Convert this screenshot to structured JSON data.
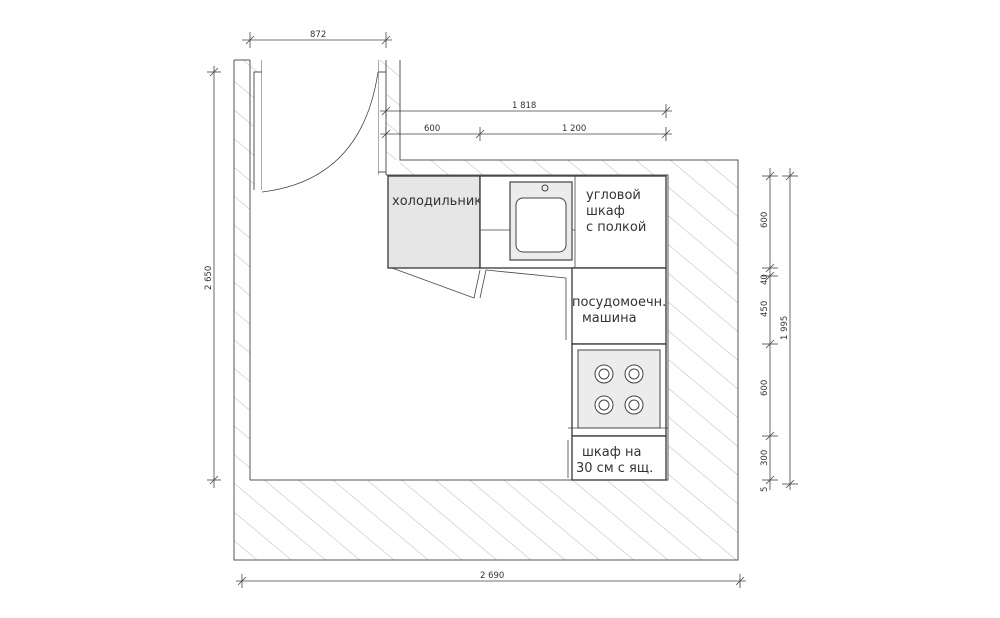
{
  "dimensions": {
    "door_width": "872",
    "wall_top_total": "1 818",
    "top_left_segment": "600",
    "top_right_segment": "1 200",
    "height_left": "2 650",
    "width_bottom": "2 690",
    "right_seg_1": "600",
    "right_seg_2": "40",
    "right_seg_3": "450",
    "right_seg_4": "600",
    "right_seg_5": "300",
    "right_seg_6": "5",
    "right_total": "1 995"
  },
  "labels": {
    "fridge": "холодильник",
    "corner_cabinet": [
      "угловой",
      "шкаф",
      "с полкой"
    ],
    "dishwasher": [
      "посудомоечн.",
      "машина"
    ],
    "drawer_cabinet": [
      "шкаф на",
      "30 см с ящ."
    ]
  },
  "colors": {
    "fridge_fill": "#e6e6e6",
    "hatch": "#9a9a9a",
    "line": "#444444"
  }
}
